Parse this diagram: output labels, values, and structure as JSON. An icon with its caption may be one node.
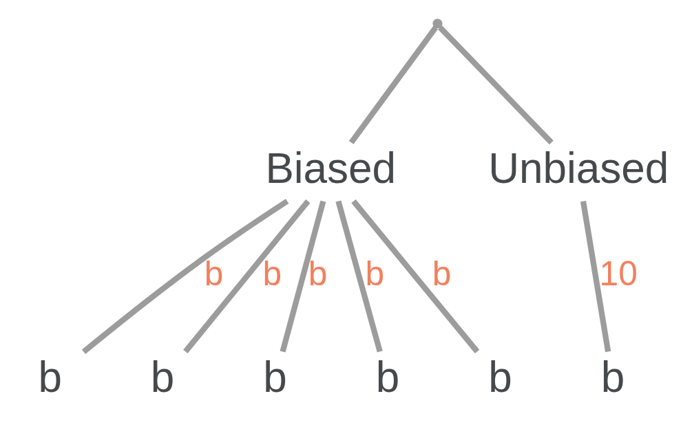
{
  "diagram": {
    "nodes": [
      {
        "text": [],
        "shape": "point"
      },
      {
        "text": [
          "Biased"
        ]
      },
      {
        "text": [
          "Unbiased"
        ]
      },
      {
        "text": [
          "b"
        ]
      },
      {
        "text": [
          "b"
        ]
      },
      {
        "text": [
          "b"
        ]
      },
      {
        "text": [
          "b"
        ]
      },
      {
        "text": [
          "b"
        ]
      },
      {
        "text": [
          "b"
        ]
      }
    ],
    "edges": [
      {
        "from": 0,
        "to": 1,
        "arrow": "none"
      },
      {
        "from": 0,
        "to": 2,
        "arrow": "none"
      },
      {
        "from": 1,
        "to": 3,
        "arrow": "none",
        "label": "b"
      },
      {
        "from": 1,
        "to": 4,
        "arrow": "none",
        "label": "b"
      },
      {
        "from": 1,
        "to": 5,
        "arrow": "none",
        "label": "b"
      },
      {
        "from": 1,
        "to": 6,
        "arrow": "none",
        "label": "b"
      },
      {
        "from": 1,
        "to": 7,
        "arrow": "none",
        "label": "b"
      },
      {
        "from": 2,
        "to": 8,
        "arrow": "none",
        "label": "10"
      }
    ]
  }
}
